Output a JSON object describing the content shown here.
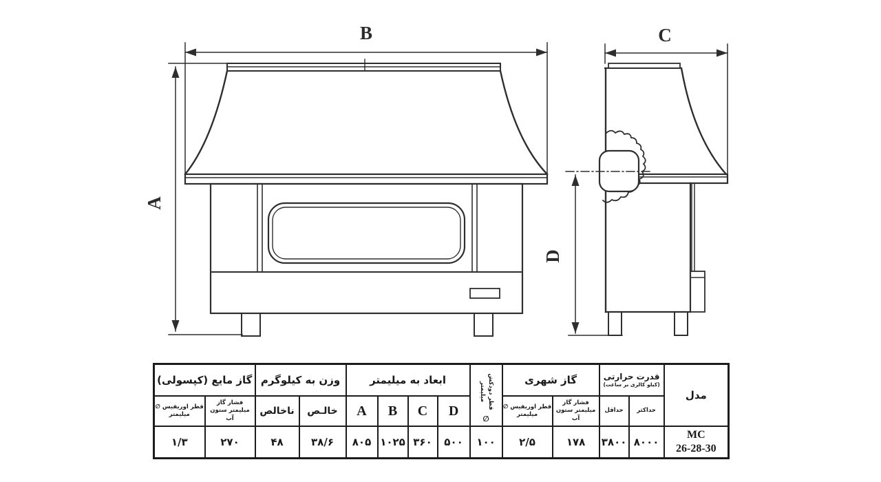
{
  "colors": {
    "accent_red": "#e32128",
    "line": "#2e2e2e"
  },
  "drawing": {
    "front_view": {
      "width_label": "B",
      "height_label": "A"
    },
    "side_view": {
      "depth_label": "C",
      "height_label": "D"
    }
  },
  "table": {
    "liquid_gas": {
      "title": "گاز مایع (کپسولی)",
      "orifice_l1": "قطر اوریفیس ∅",
      "orifice_l2": "میلیمتر",
      "pressure_l1": "فشار گاز",
      "pressure_l2": "میلیمتر ستون آب",
      "orifice_value": "۱/۳",
      "pressure_value": "۲۷۰"
    },
    "weight": {
      "title": "وزن به کیلوگرم",
      "gross_header": "ناخالص",
      "net_header": "خالـص",
      "gross_value": "۴۸",
      "net_value": "۳۸/۶"
    },
    "dims": {
      "title": "ابعاد به میلیمتر",
      "a": "A",
      "b": "B",
      "c": "C",
      "d": "D",
      "a_value": "۸۰۵",
      "b_value": "۱۰۲۵",
      "c_value": "۳۶۰",
      "d_value": "۵۰۰"
    },
    "chimney": {
      "header_l1": "قطر دودکش",
      "header_l2": "میلیمتر",
      "symbol": "∅",
      "value": "۱۰۰"
    },
    "city_gas": {
      "title": "گاز شهری",
      "orifice_l1": "قطر اوریفیس ∅",
      "orifice_l2": "میلیمتر",
      "pressure_l1": "فشار گاز",
      "pressure_l2": "میلیمتر ستون آب",
      "orifice_value": "۲/۵",
      "pressure_value": "۱۷۸"
    },
    "thermal": {
      "title": "قدرت حرارتی",
      "subtitle": "(کیلو کالری بر ساعت)",
      "min_header": "حداقل",
      "max_header": "حداکثر",
      "min_value": "۳۸۰۰",
      "max_value": "۸۰۰۰"
    },
    "model": {
      "title": "مدل",
      "value_line1": "MC",
      "value_line2": "26-28-30"
    }
  }
}
